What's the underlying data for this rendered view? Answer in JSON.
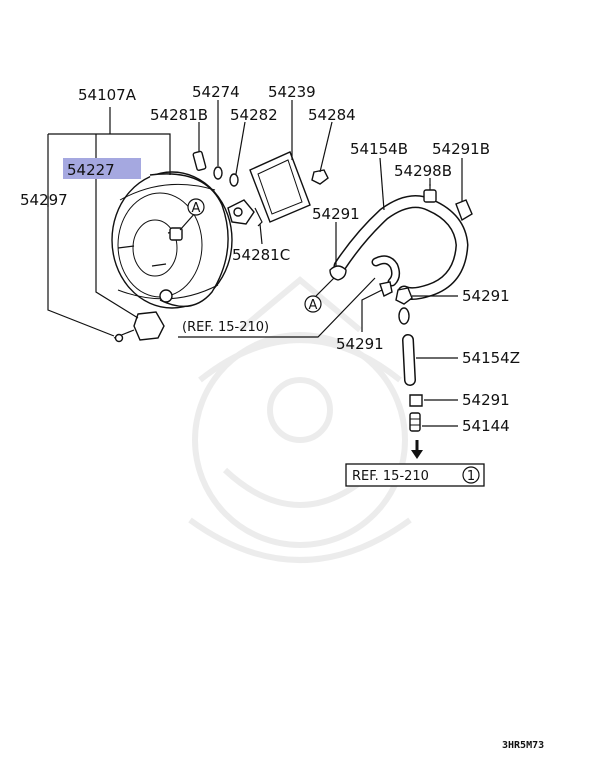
{
  "labels": {
    "p54107A": "54107A",
    "p54274": "54274",
    "p54239": "54239",
    "p54281B": "54281B",
    "p54282": "54282",
    "p54284": "54284",
    "p54227": "54227",
    "p54297": "54297",
    "p54154B": "54154B",
    "p54291B": "54291B",
    "p54298B": "54298B",
    "p54291_a": "54291",
    "p54281C": "54281C",
    "p54291_b": "54291",
    "p54291_c": "54291",
    "p54154Z": "54154Z",
    "p54291_d": "54291",
    "p54144": "54144"
  },
  "refs": {
    "ref_left": "(REF. 15-210)",
    "ref_box": "REF. 15-210",
    "ref_box_num": "1"
  },
  "markers": {
    "a_top": "A",
    "a_bottom": "A"
  },
  "highlight_color": "#a5a8e0",
  "diagram_code": "3HR5M73"
}
